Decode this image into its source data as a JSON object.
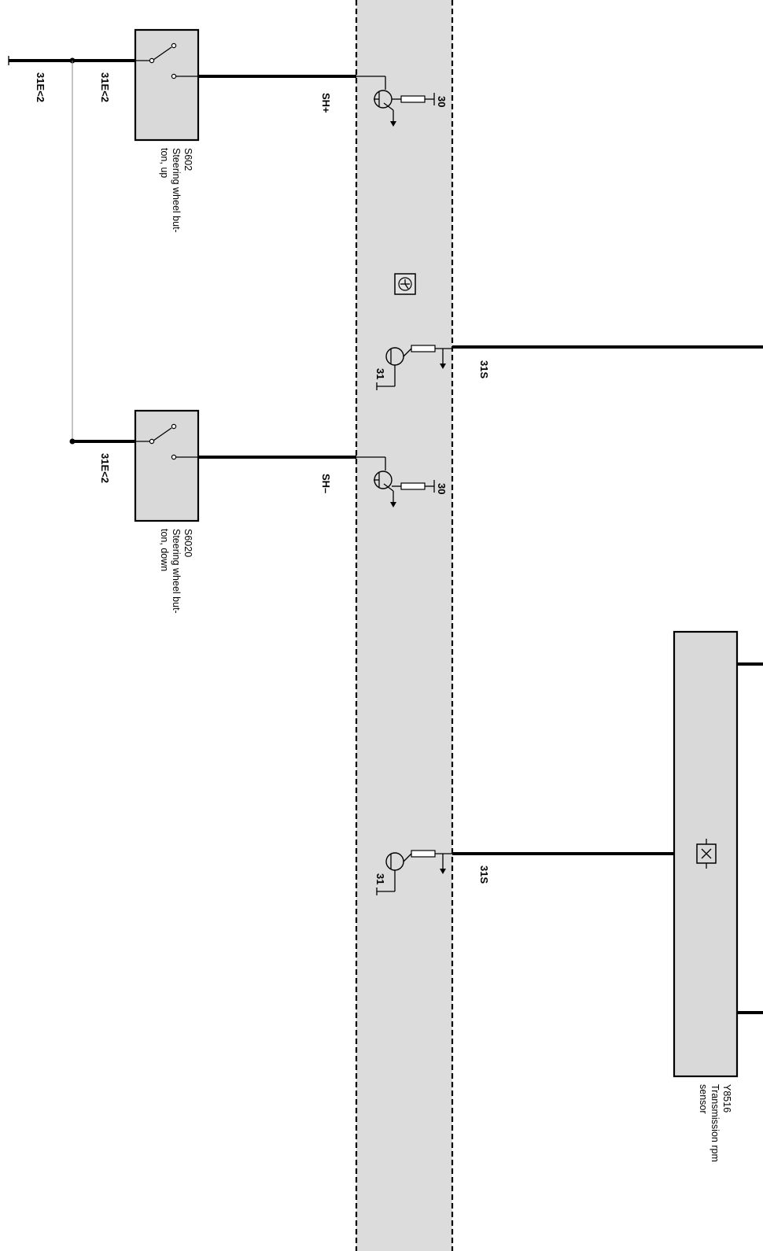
{
  "labels": {
    "ground_left": "31E<2",
    "switch_ground": "31E<2",
    "sh_plus": "SH+",
    "sh_minus": "SH–",
    "pin_30": "30",
    "pin_31": "31",
    "signal_31s": "31S"
  },
  "switch_up": {
    "id": "S602",
    "desc_line1": "Steering wheel but-",
    "desc_line2": "ton, up"
  },
  "switch_down": {
    "id": "S6020",
    "desc_line1": "Steering wheel but-",
    "desc_line2": "ton, down"
  },
  "sensor": {
    "id": "Y8516",
    "desc_line1": "Transmission rpm",
    "desc_line2": "sensor"
  },
  "icons": {
    "module_symbol": "transmission-control-icon"
  },
  "colors": {
    "module_fill": "#dcdcdc",
    "component_fill": "#d9d9d9",
    "wire": "#000000"
  }
}
